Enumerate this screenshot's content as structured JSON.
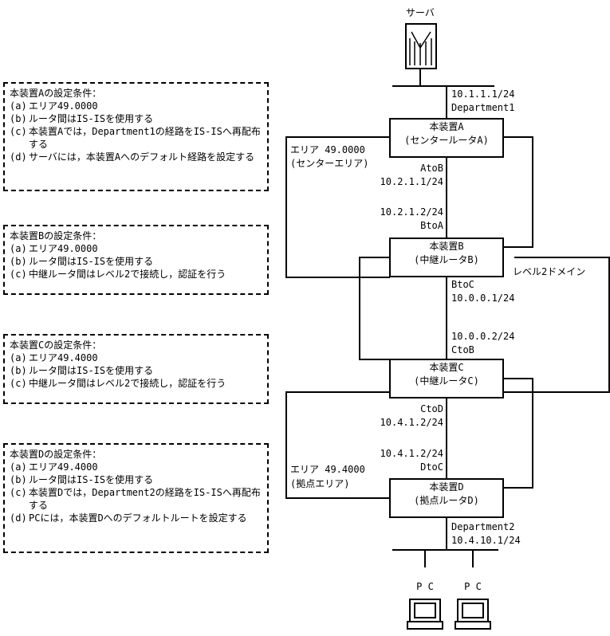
{
  "server_label": "サーバ",
  "pc_labels": [
    "P C",
    "P C"
  ],
  "conditions": [
    {
      "title": "本装置Aの設定条件：",
      "items": [
        {
          "label": "(a)",
          "text": "エリア49.0000"
        },
        {
          "label": "(b)",
          "text": "ルータ間はIS-ISを使用する"
        },
        {
          "label": "(c)",
          "text": "本装置Aでは，Department1の経路をIS-ISへ再配布する"
        },
        {
          "label": "(d)",
          "text": "サーバには，本装置Aへのデフォルト経路を設定する"
        }
      ]
    },
    {
      "title": "本装置Bの設定条件：",
      "items": [
        {
          "label": "(a)",
          "text": "エリア49.0000"
        },
        {
          "label": "(b)",
          "text": "ルータ間はIS-ISを使用する"
        },
        {
          "label": "(c)",
          "text": "中継ルータ間はレベル2で接続し，認証を行う"
        }
      ]
    },
    {
      "title": "本装置Cの設定条件：",
      "items": [
        {
          "label": "(a)",
          "text": "エリア49.4000"
        },
        {
          "label": "(b)",
          "text": "ルータ間はIS-ISを使用する"
        },
        {
          "label": "(c)",
          "text": "中継ルータ間はレベル2で接続し，認証を行う"
        }
      ]
    },
    {
      "title": "本装置Dの設定条件：",
      "items": [
        {
          "label": "(a)",
          "text": "エリア49.4000"
        },
        {
          "label": "(b)",
          "text": "ルータ間はIS-ISを使用する"
        },
        {
          "label": "(c)",
          "text": "本装置Dでは，Department2の経路をIS-ISへ再配布する"
        },
        {
          "label": "(d)",
          "text": "PCには，本装置Dへのデフォルトルートを設定する"
        }
      ]
    }
  ],
  "devices": {
    "a": {
      "name": "本装置A",
      "role": "(センタールータA)"
    },
    "b": {
      "name": "本装置B",
      "role": "(中継ルータB)"
    },
    "c": {
      "name": "本装置C",
      "role": "(中継ルータC)"
    },
    "d": {
      "name": "本装置D",
      "role": "(拠点ルータD)"
    }
  },
  "links": {
    "dept1_ip": "10.1.1.1/24",
    "dept1_name": "Department1",
    "atob": "AtoB",
    "atob_ip": "10.2.1.1/24",
    "btoa_ip": "10.2.1.2/24",
    "btoa": "BtoA",
    "btoc": "BtoC",
    "btoc_ip": "10.0.0.1/24",
    "ctob_ip": "10.0.0.2/24",
    "ctob": "CtoB",
    "ctod": "CtoD",
    "ctod_ip": "10.4.1.2/24",
    "dtoc_ip": "10.4.1.2/24",
    "dtoc": "DtoC",
    "dept2_name": "Department2",
    "dept2_ip": "10.4.10.1/24"
  },
  "areas": {
    "center_line1": "エリア 49.0000",
    "center_line2": "(センターエリア)",
    "level2": "レベル2ドメイン",
    "base_line1": "エリア 49.4000",
    "base_line2": "(拠点エリア)"
  }
}
